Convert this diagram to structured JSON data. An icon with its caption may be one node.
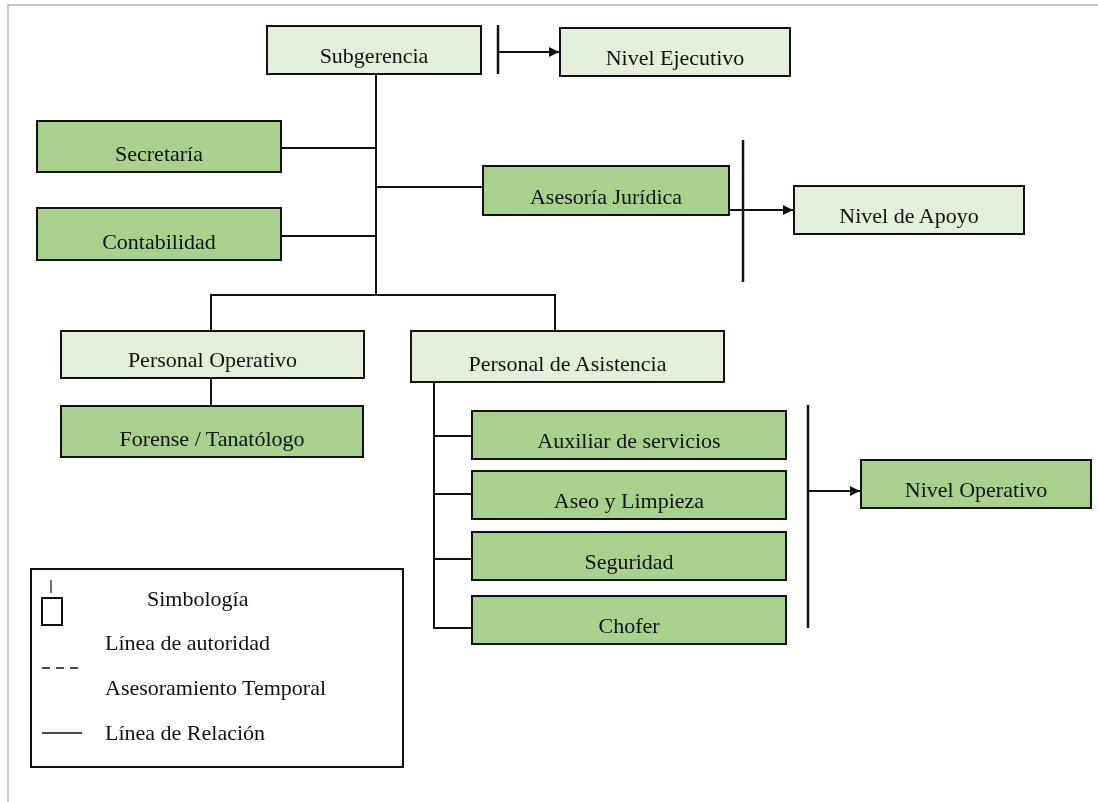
{
  "diagram": {
    "nodes": [
      {
        "text": [
          "Subgerencia"
        ]
      },
      {
        "text": [
          "Nivel Ejecutivo"
        ]
      },
      {
        "text": [
          "Secretaría"
        ]
      },
      {
        "text": [
          "Contabilidad"
        ]
      },
      {
        "text": [
          "Asesoría Jurídica"
        ]
      },
      {
        "text": [
          "Nivel de Apoyo"
        ]
      },
      {
        "text": [
          "Personal Operativo"
        ]
      },
      {
        "text": [
          "Personal de Asistencia"
        ]
      },
      {
        "text": [
          "Forense / Tanatólogo"
        ]
      },
      {
        "text": [
          "Auxiliar de servicios"
        ]
      },
      {
        "text": [
          "Aseo y Limpieza"
        ]
      },
      {
        "text": [
          "Seguridad"
        ]
      },
      {
        "text": [
          "Chofer"
        ]
      },
      {
        "text": [
          "Nivel Operativo"
        ]
      }
    ],
    "edges": [
      {
        "from": 0,
        "to": 2,
        "arrow": "none"
      },
      {
        "from": 0,
        "to": 4,
        "arrow": "none"
      },
      {
        "from": 0,
        "to": 3,
        "arrow": "none"
      },
      {
        "from": 0,
        "to": 6,
        "arrow": "none"
      },
      {
        "from": 0,
        "to": 7,
        "arrow": "none"
      },
      {
        "from": 6,
        "to": 8,
        "arrow": "none"
      },
      {
        "from": 7,
        "to": 9,
        "arrow": "none"
      },
      {
        "from": 7,
        "to": 10,
        "arrow": "none"
      },
      {
        "from": 7,
        "to": 11,
        "arrow": "none"
      },
      {
        "from": 7,
        "to": 12,
        "arrow": "none"
      },
      {
        "from": null,
        "to": 1,
        "arrow": "to"
      },
      {
        "from": 4,
        "to": 5,
        "arrow": "to"
      },
      {
        "from": null,
        "to": 13,
        "arrow": "to"
      }
    ],
    "labels": [
      "Simbología"
    ],
    "legend": [
      {
        "text": "Línea de autoridad"
      },
      {
        "text": "Asesoramiento Temporal"
      },
      {
        "text": "Línea de Relación"
      }
    ]
  }
}
